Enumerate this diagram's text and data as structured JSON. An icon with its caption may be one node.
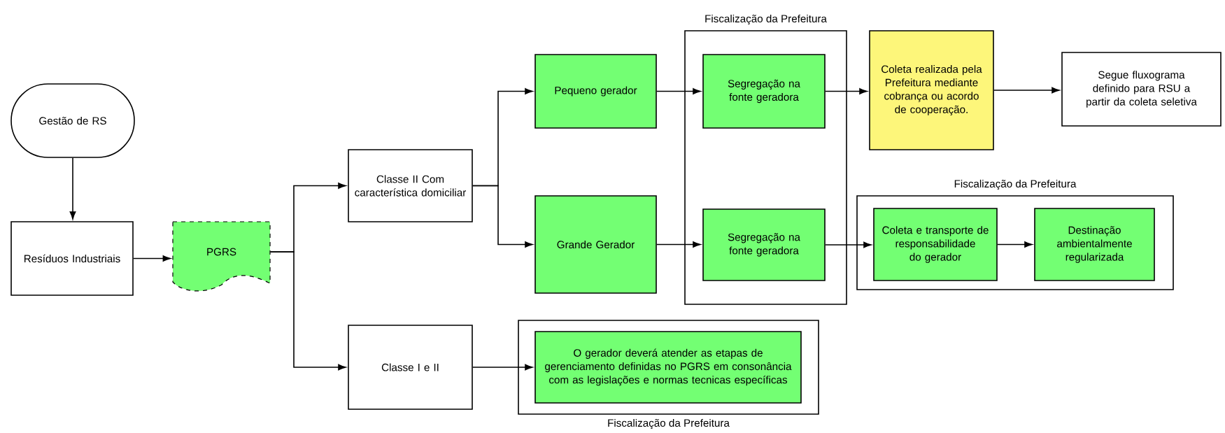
{
  "diagram": {
    "nodes": [
      {
        "text": [
          "Gestão de RS"
        ]
      },
      {
        "text": [
          "Resíduos Industriais"
        ]
      },
      {
        "text": [
          "PGRS"
        ]
      },
      {
        "text": [
          "Classe II Com característica domiciliar"
        ]
      },
      {
        "text": [
          "Classe I e II"
        ]
      },
      {
        "text": [
          "Fiscalização da Prefeitura"
        ]
      },
      {
        "text": [
          "Pequeno gerador"
        ]
      },
      {
        "text": [
          "Grande Gerador"
        ]
      },
      {
        "text": [
          "Segregação na fonte geradora"
        ],
        "in": 5
      },
      {
        "text": [
          "Segregação na fonte geradora"
        ],
        "in": 5
      },
      {
        "text": [
          "Coleta realizada pela Prefeitura mediante cobrança ou acordo de cooperação."
        ]
      },
      {
        "text": [
          "Segue fluxograma definido para RSU a partir da coleta seletiva"
        ]
      },
      {
        "text": [
          "Fiscalização da Prefeitura"
        ]
      },
      {
        "text": [
          "Coleta e transporte de responsabilidade do gerador"
        ],
        "in": 12
      },
      {
        "text": [
          "Destinação ambientalmente regularizada"
        ],
        "in": 12
      },
      {
        "text": [
          "Fiscalização da Prefeitura"
        ]
      },
      {
        "text": [
          "O gerador deverá atender as etapas de gerenciamento definidas no PGRS em consonância com as  legislações e normas tecnicas específicas"
        ],
        "in": 15
      }
    ],
    "edges": [
      {
        "from": 0,
        "to": 1,
        "arrow": "to"
      },
      {
        "from": 1,
        "to": 2,
        "arrow": "to"
      },
      {
        "from": 2,
        "to": 3,
        "arrow": "to"
      },
      {
        "from": 2,
        "to": 4,
        "arrow": "to"
      },
      {
        "from": 3,
        "to": 6,
        "arrow": "to"
      },
      {
        "from": 3,
        "to": 7,
        "arrow": "to"
      },
      {
        "from": 6,
        "to": 8,
        "arrow": "to"
      },
      {
        "from": 7,
        "to": 9,
        "arrow": "to"
      },
      {
        "from": 8,
        "to": 10,
        "arrow": "to"
      },
      {
        "from": 10,
        "to": 11,
        "arrow": "to"
      },
      {
        "from": 9,
        "to": 13,
        "arrow": "to"
      },
      {
        "from": 13,
        "to": 14,
        "arrow": "to"
      },
      {
        "from": 4,
        "to": 16,
        "arrow": "to"
      }
    ]
  }
}
